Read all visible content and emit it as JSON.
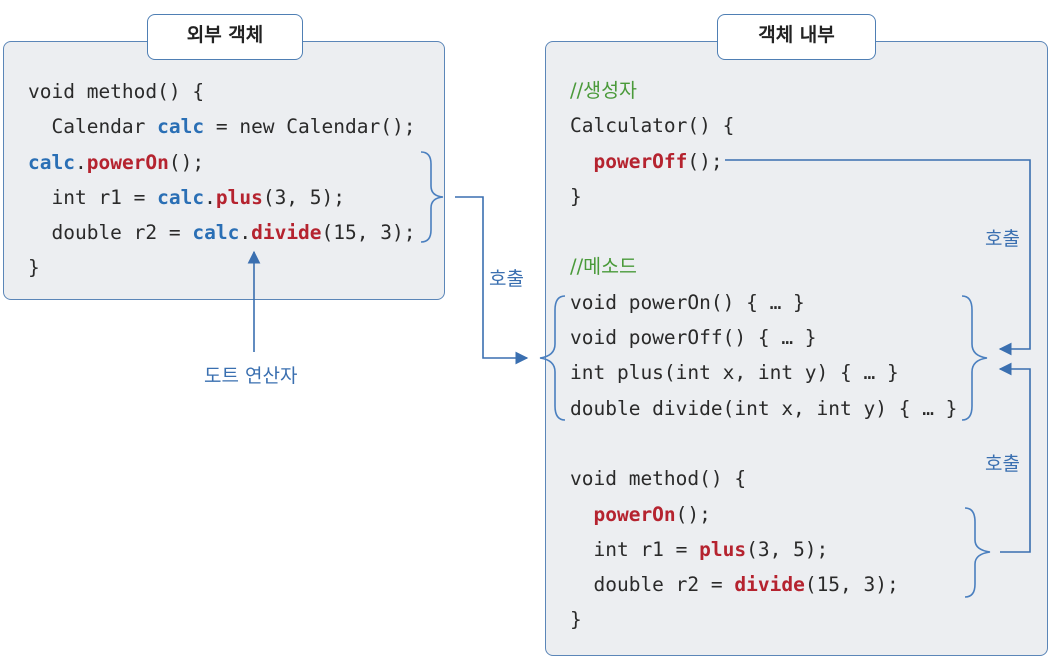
{
  "outer_panel": {
    "title": "외부 객체",
    "lines": [
      [
        {
          "t": "void method() {",
          "c": "p"
        }
      ],
      [
        {
          "t": "  Calendar ",
          "c": "p"
        },
        {
          "t": "calc",
          "c": "obj"
        },
        {
          "t": " = new Calendar();",
          "c": "p"
        }
      ],
      [
        {
          "t": "calc",
          "c": "obj"
        },
        {
          "t": ".",
          "c": "p"
        },
        {
          "t": "powerOn",
          "c": "meth"
        },
        {
          "t": "();",
          "c": "p"
        }
      ],
      [
        {
          "t": "  int r1 = ",
          "c": "p"
        },
        {
          "t": "calc",
          "c": "obj"
        },
        {
          "t": ".",
          "c": "p"
        },
        {
          "t": "plus",
          "c": "meth"
        },
        {
          "t": "(3, 5);",
          "c": "p"
        }
      ],
      [
        {
          "t": "  double r2 = ",
          "c": "p"
        },
        {
          "t": "calc",
          "c": "obj"
        },
        {
          "t": ".",
          "c": "p"
        },
        {
          "t": "divide",
          "c": "meth"
        },
        {
          "t": "(15, 3);",
          "c": "p"
        }
      ],
      [
        {
          "t": "}",
          "c": "p"
        }
      ]
    ]
  },
  "inner_panel": {
    "title": "객체 내부",
    "lines": [
      [
        {
          "t": "//생성자",
          "c": "cmt"
        }
      ],
      [
        {
          "t": "Calculator() {",
          "c": "p"
        }
      ],
      [
        {
          "t": "  ",
          "c": "p"
        },
        {
          "t": "powerOff",
          "c": "meth"
        },
        {
          "t": "();",
          "c": "p"
        }
      ],
      [
        {
          "t": "}",
          "c": "p"
        }
      ],
      [
        {
          "t": "",
          "c": "p"
        }
      ],
      [
        {
          "t": "//메소드",
          "c": "cmt"
        }
      ],
      [
        {
          "t": "void powerOn() { … }",
          "c": "p"
        }
      ],
      [
        {
          "t": "void powerOff() { … }",
          "c": "p"
        }
      ],
      [
        {
          "t": "int plus(int x, int y) { … }",
          "c": "p"
        }
      ],
      [
        {
          "t": "double divide(int x, int y) { … }",
          "c": "p"
        }
      ],
      [
        {
          "t": "",
          "c": "p"
        }
      ],
      [
        {
          "t": "void method() {",
          "c": "p"
        }
      ],
      [
        {
          "t": "  ",
          "c": "p"
        },
        {
          "t": "powerOn",
          "c": "meth"
        },
        {
          "t": "();",
          "c": "p"
        }
      ],
      [
        {
          "t": "  int r1 = ",
          "c": "p"
        },
        {
          "t": "plus",
          "c": "meth"
        },
        {
          "t": "(3, 5);",
          "c": "p"
        }
      ],
      [
        {
          "t": "  double r2 = ",
          "c": "p"
        },
        {
          "t": "divide",
          "c": "meth"
        },
        {
          "t": "(15, 3);",
          "c": "p"
        }
      ],
      [
        {
          "t": "}",
          "c": "p"
        }
      ]
    ]
  },
  "labels": {
    "call_middle": "호출",
    "call_upper_right": "호출",
    "call_lower_right": "호출",
    "dot_operator": "도트 연산자"
  },
  "colors": {
    "object_ref": "#2a6fb5",
    "method_name": "#b5232f",
    "comment": "#4a9a3a",
    "arrow": "#3a6fb0",
    "panel_bg": "#eceef1",
    "panel_border": "#5b86b8"
  }
}
